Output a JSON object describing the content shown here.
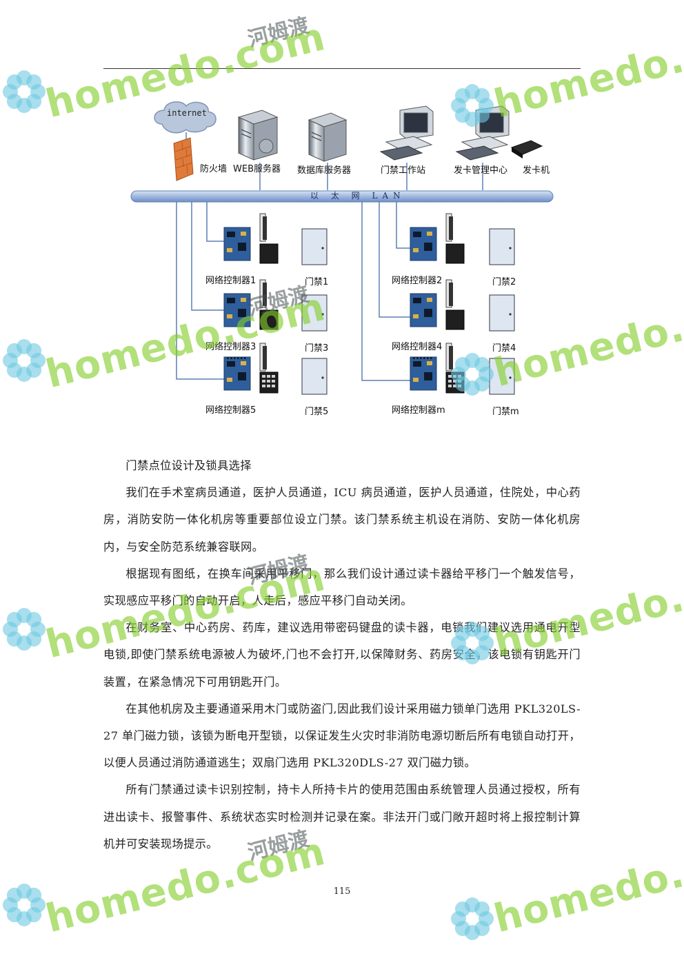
{
  "diagram": {
    "cloud": "internet",
    "top_nodes": [
      {
        "label": "防火墙"
      },
      {
        "label": "WEB服务器"
      },
      {
        "label": "数据库服务器"
      },
      {
        "label": "门禁工作站"
      },
      {
        "label": "发卡管理中心"
      },
      {
        "label": "发卡机"
      }
    ],
    "lan_label": "以 太 网 LAN",
    "controllers_left": [
      "网络控制器1",
      "网络控制器3",
      "网络控制器5"
    ],
    "controllers_right": [
      "网络控制器2",
      "网络控制器4",
      "网络控制器m"
    ],
    "doors_left": [
      "门禁1",
      "门禁3",
      "门禁5"
    ],
    "doors_right": [
      "门禁2",
      "门禁4",
      "门禁m"
    ],
    "ellipsis": "......",
    "colors": {
      "lan_bus": "#9fb8de",
      "line": "#5a7fb5",
      "board": "#2f5e9c",
      "firewall": "#e07a3a"
    }
  },
  "body": {
    "section_title": "门禁点位设计及锁具选择",
    "paragraphs": [
      "我们在手术室病员通道，医护人员通道，ICU 病员通道，医护人员通道，住院处，中心药房，消防安防一体化机房等重要部位设立门禁。该门禁系统主机设在消防、安防一体化机房内，与安全防范系统兼容联网。",
      "根据现有图纸，在换车间采用平移门，那么我们设计通过读卡器给平移门一个触发信号，实现感应平移门的自动开启，人走后，感应平移门自动关闭。",
      "在财务室、中心药房、药库，建议选用带密码键盘的读卡器，电锁我们建议选用通电开型电锁,即使门禁系统电源被人为破坏,门也不会打开,以保障财务、药房安全，该电锁有钥匙开门装置，在紧急情况下可用钥匙开门。",
      "在其他机房及主要通道采用木门或防盗门,因此我们设计采用磁力锁单门选用 PKL320LS-27 单门磁力锁，该锁为断电开型锁，以保证发生火灾时非消防电源切断后所有电锁自动打开，以便人员通过消防通道逃生；双扇门选用 PKL320DLS-27 双门磁力锁。",
      "所有门禁通过读卡识别控制，持卡人所持卡片的使用范围由系统管理人员通过授权，所有进出读卡、报警事件、系统状态实时检测并记录在案。非法开门或门敞开超时将上报控制计算机并可安装现场提示。"
    ]
  },
  "page_number": "115",
  "watermark": {
    "latin": "homedo.com",
    "chinese": "河姆渡",
    "color": "#82cd28"
  }
}
